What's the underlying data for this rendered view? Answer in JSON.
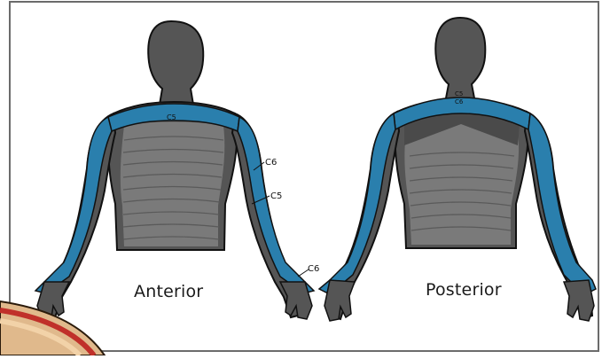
{
  "views": {
    "anterior": "Anterior",
    "posterior": "Posterior"
  },
  "annotations": {
    "anterior_chest": "C5",
    "anterior_arm_upper": "C6",
    "anterior_arm_mid": "C5",
    "anterior_hand": "C6",
    "posterior_neck_top": "C5",
    "posterior_neck_bottom": "C6"
  },
  "colors": {
    "body_gray": "#555555",
    "stripe_gray": "#8a8a8a",
    "dermatome_blue": "#2a7fad",
    "outline": "#111111",
    "frame": "#6b6b6b"
  }
}
